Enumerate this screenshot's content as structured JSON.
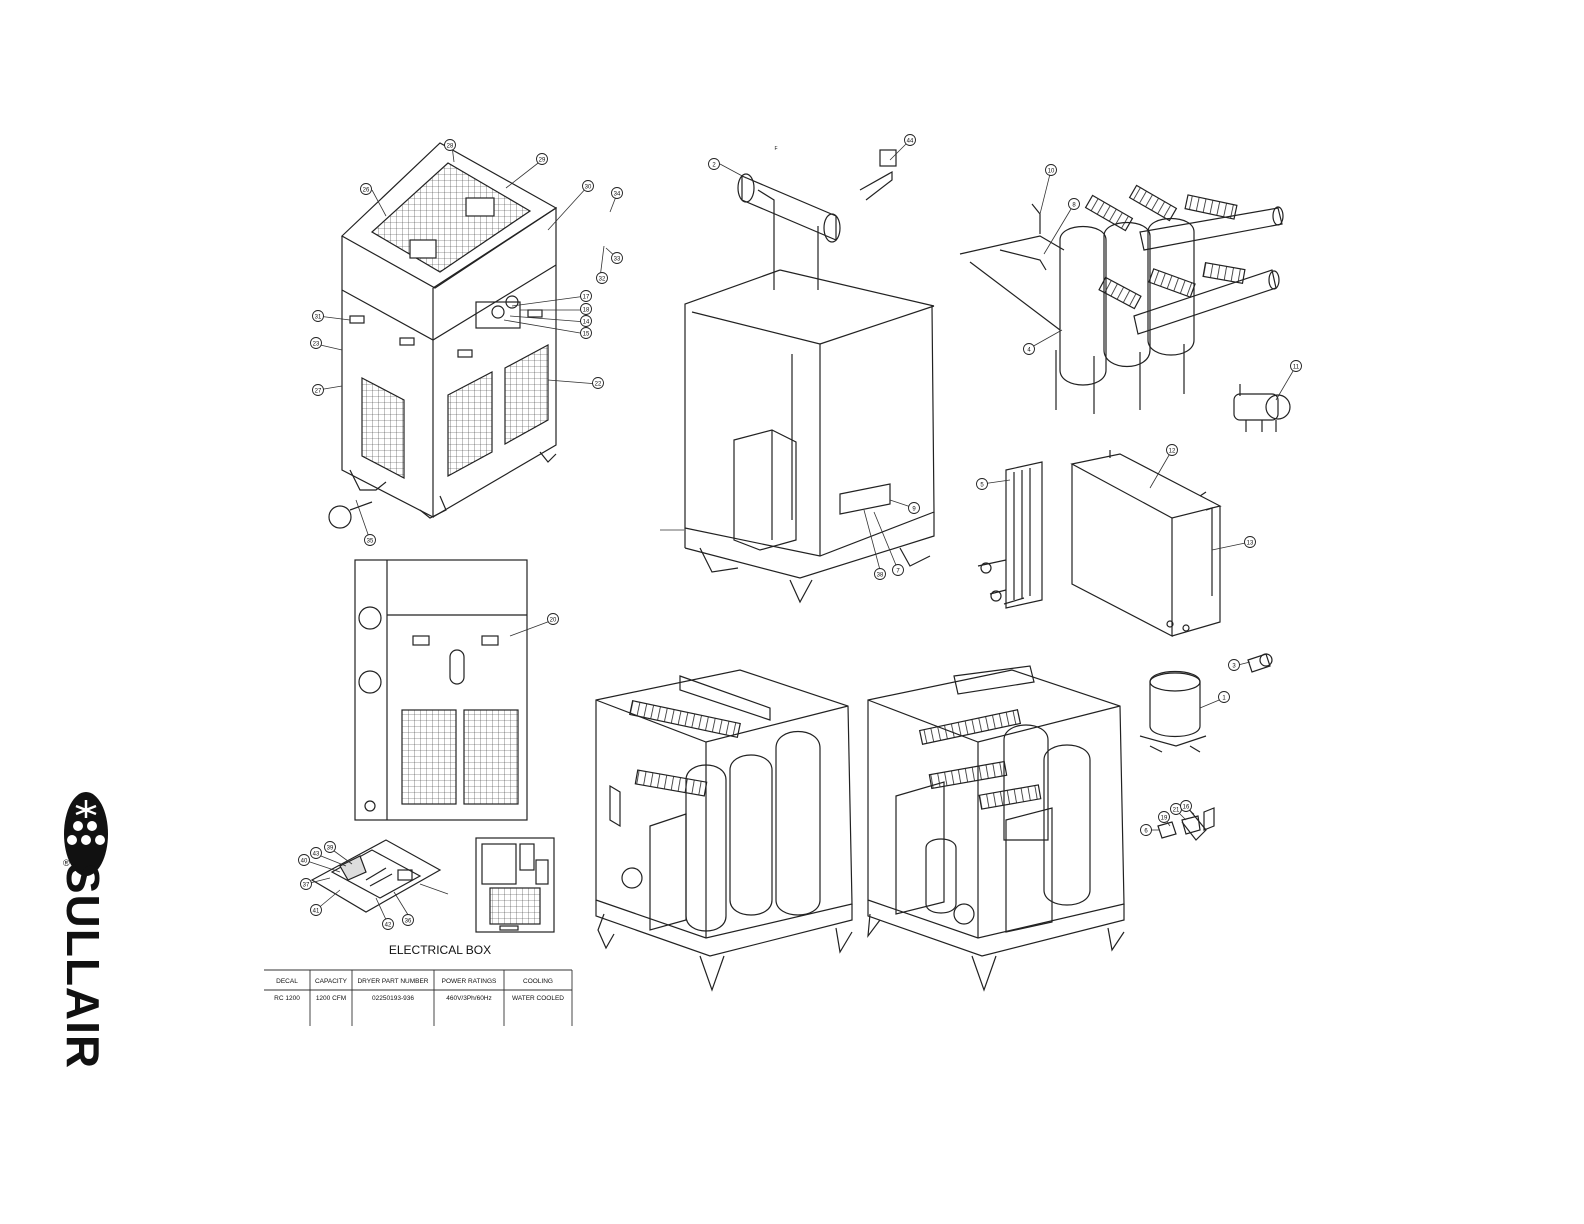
{
  "brand": {
    "name": "SULLAIR",
    "logo_icon": "sullair-logo-icon",
    "registered_mark": "®"
  },
  "electrical_box_title": "ELECTRICAL BOX",
  "callouts": [
    "2",
    "44",
    "26",
    "28",
    "29",
    "30",
    "34",
    "32",
    "33",
    "17",
    "18",
    "14",
    "15",
    "31",
    "23",
    "27",
    "22",
    "35",
    "20",
    "10",
    "8",
    "4",
    "11",
    "5",
    "12",
    "13",
    "3",
    "1",
    "19",
    "21",
    "16",
    "6",
    "7",
    "9",
    "38",
    "39",
    "40",
    "43",
    "37",
    "41",
    "42",
    "36"
  ],
  "pipe_marker": "F",
  "spec_table": {
    "headers": [
      "DECAL",
      "CAPACITY",
      "DRYER PART NUMBER",
      "POWER RATINGS",
      "COOLING"
    ],
    "row": [
      "RC 1200",
      "1200 CFM",
      "02250193-936",
      "460V/3Ph/60Hz",
      "WATER COOLED"
    ]
  }
}
